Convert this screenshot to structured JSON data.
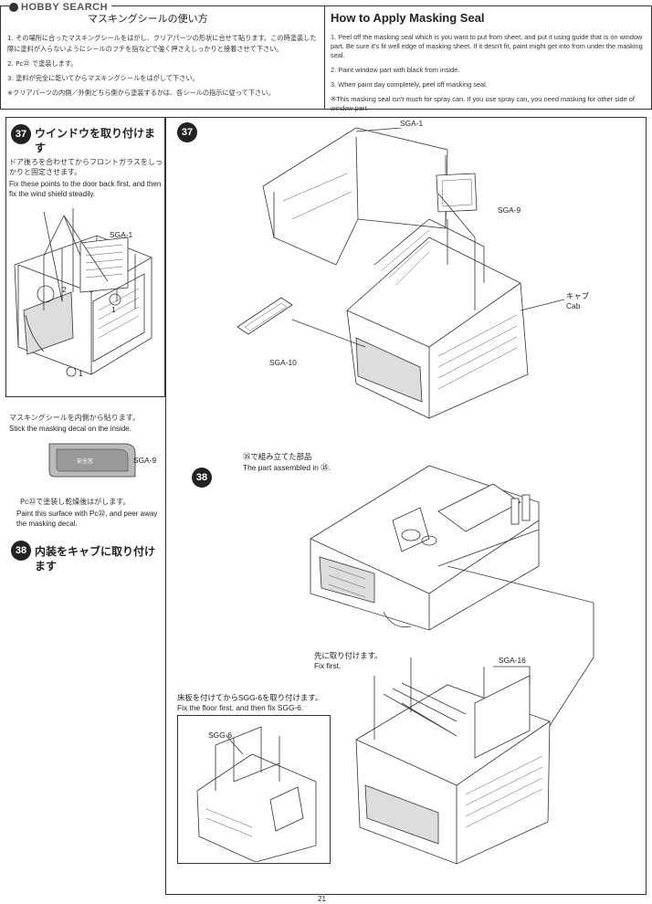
{
  "logo": {
    "text": "HOBBY SEARCH"
  },
  "header": {
    "jp_title": "マスキングシールの使い方",
    "jp_items": [
      "1. その場所に合ったマスキングシールをはがし、クリアパーツの形状に合せて貼ります。この時塗装した際に塗料が入らないようにシールのフチを指などで強く押さえしっかりと接着させて下さい。",
      "2. Pc㉒ で塗装します。",
      "3. 塗料が完全に乾いてからマスキングシールをはがして下さい。",
      "※クリアパーツの内側／外側どちら側から塗装するかは、各シールの指示に従って下さい。"
    ],
    "en_title": "How to Apply Masking Seal",
    "en_items": [
      "1. Peel off the masking seal which is you want to put from sheet, and put it using guide that is on window part. Be sure it's fit well edge of masking sheet. If it desn't fit, paint might get into from under the masking seal.",
      "2. Paint window part with black from inside.",
      "3. When paint day completely, peel off masking seal.",
      "※This masking seal isn't much for spray can. If you use spray can, you need masking for other side of window part."
    ]
  },
  "sidebar": {
    "step37": {
      "num": "37",
      "jp_title": "ウインドウを取り付けます",
      "jp_text": "ドア後ろを合わせてからフロントガラスをしっかりと固定させます。",
      "en_text": "Fix these points to the door back first, and then fix the wind shield steadily.",
      "label_sga1": "SGA-1",
      "num1": "1",
      "num2": "2",
      "num1b": "1"
    },
    "masking": {
      "jp_text": "マスキングシールを内側から貼ります。",
      "en_text": "Stick the masking decal on the inside.",
      "decal_text": "安全窓",
      "label_sga9": "SGA-9",
      "jp_text2": "Pc㉒で塗装し乾燥後はがします。",
      "en_text2": "Paint this surface with Pc㉒, and peer away the masking decal."
    },
    "step38": {
      "num": "38",
      "jp_title": "内装をキャブに取り付けます"
    }
  },
  "main": {
    "step37": {
      "num": "37",
      "sga1": "SGA-1",
      "sga9": "SGA-9",
      "sga10": "SGA-10",
      "cab_jp": "キャブ",
      "cab_en": "Cab"
    },
    "step38": {
      "num": "38",
      "assembled_jp": "㉟で組み立てた部品",
      "assembled_en": "The part assembled in ㉟.",
      "fix_first_jp": "先に取り付けます。",
      "fix_first_en": "Fix first.",
      "sga16": "SGA-16",
      "floor_jp": "床板を付けてからSGG-6を取り付けます。",
      "floor_en": "Fix the floor first, and then fix SGG-6.",
      "sgg6": "SGG-6"
    }
  },
  "footer": {
    "page": "21"
  }
}
